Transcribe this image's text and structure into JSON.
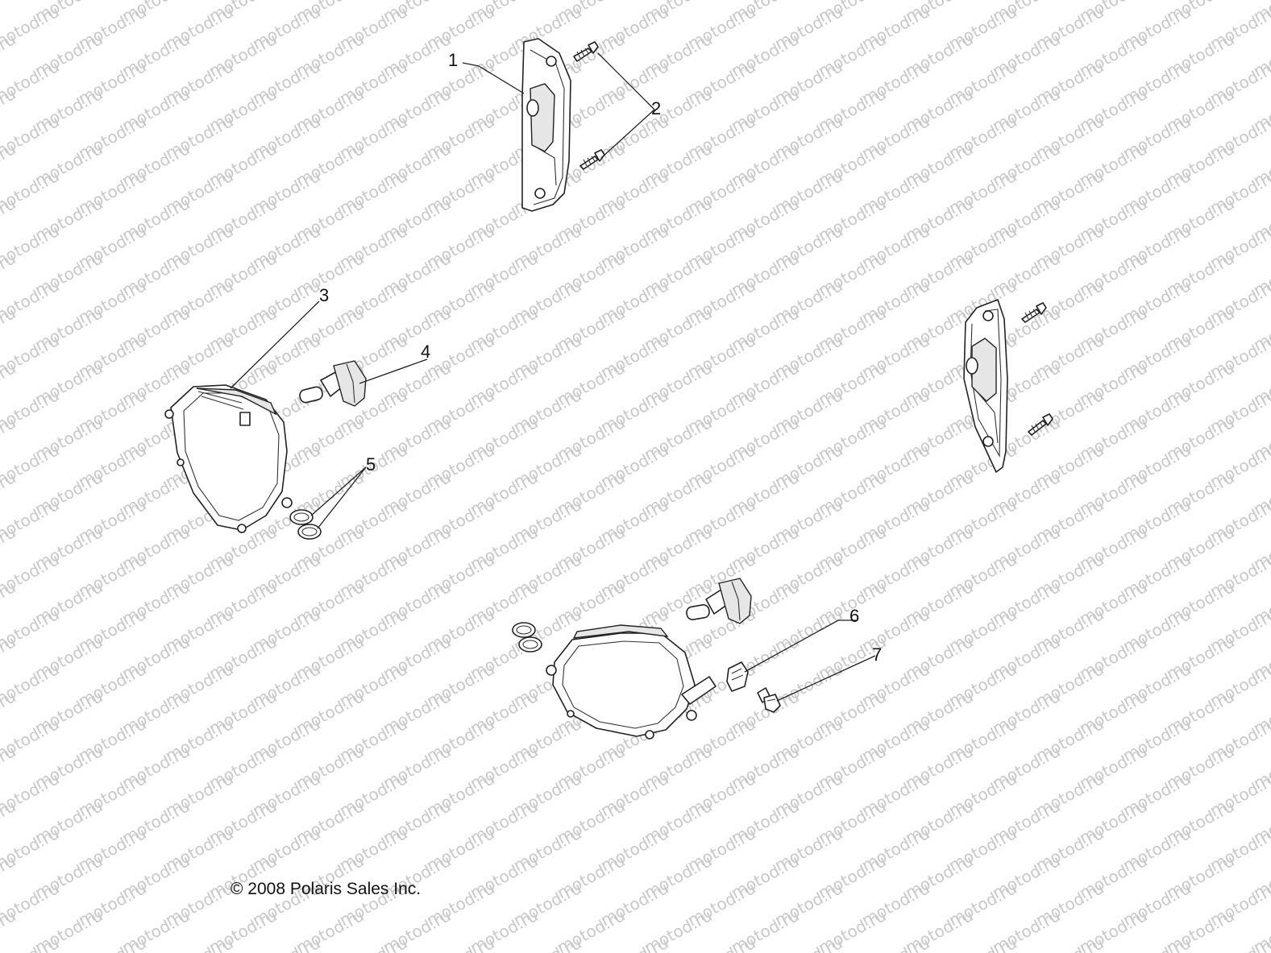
{
  "diagram": {
    "watermark_text": "motod.ru",
    "copyright": "© 2008 Polaris Sales Inc.",
    "callouts": [
      {
        "id": "1",
        "label": "1"
      },
      {
        "id": "2",
        "label": "2"
      },
      {
        "id": "3",
        "label": "3"
      },
      {
        "id": "4",
        "label": "4"
      },
      {
        "id": "5",
        "label": "5"
      },
      {
        "id": "6",
        "label": "6"
      },
      {
        "id": "7",
        "label": "7"
      }
    ]
  }
}
